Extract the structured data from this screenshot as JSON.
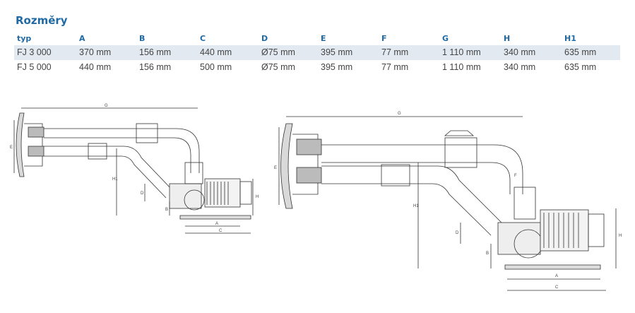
{
  "title": "Rozměry",
  "table": {
    "headers": [
      "typ",
      "A",
      "B",
      "C",
      "D",
      "E",
      "F",
      "G",
      "H",
      "H1"
    ],
    "rows": [
      [
        "FJ 3 000",
        "370 mm",
        "156 mm",
        "440 mm",
        "Ø75 mm",
        "395 mm",
        "77 mm",
        "1 110 mm",
        "340 mm",
        "635 mm"
      ],
      [
        "FJ 5 000",
        "440 mm",
        "156 mm",
        "500 mm",
        "Ø75 mm",
        "395 mm",
        "77 mm",
        "1 110 mm",
        "340 mm",
        "635 mm"
      ]
    ]
  },
  "drawing_small": {
    "labels": {
      "G": "G",
      "E": "E",
      "H1": "H1",
      "D": "D",
      "B": "B",
      "H": "H",
      "A": "A",
      "C": "C"
    }
  },
  "drawing_large": {
    "labels": {
      "G": "G",
      "E": "E",
      "F": "F",
      "H1": "H1",
      "D": "D",
      "B": "B",
      "H": "H",
      "A": "A",
      "C": "C"
    }
  },
  "colors": {
    "heading": "#1f6aa5",
    "row_shade": "#e3e9f1",
    "line": "#333333"
  }
}
